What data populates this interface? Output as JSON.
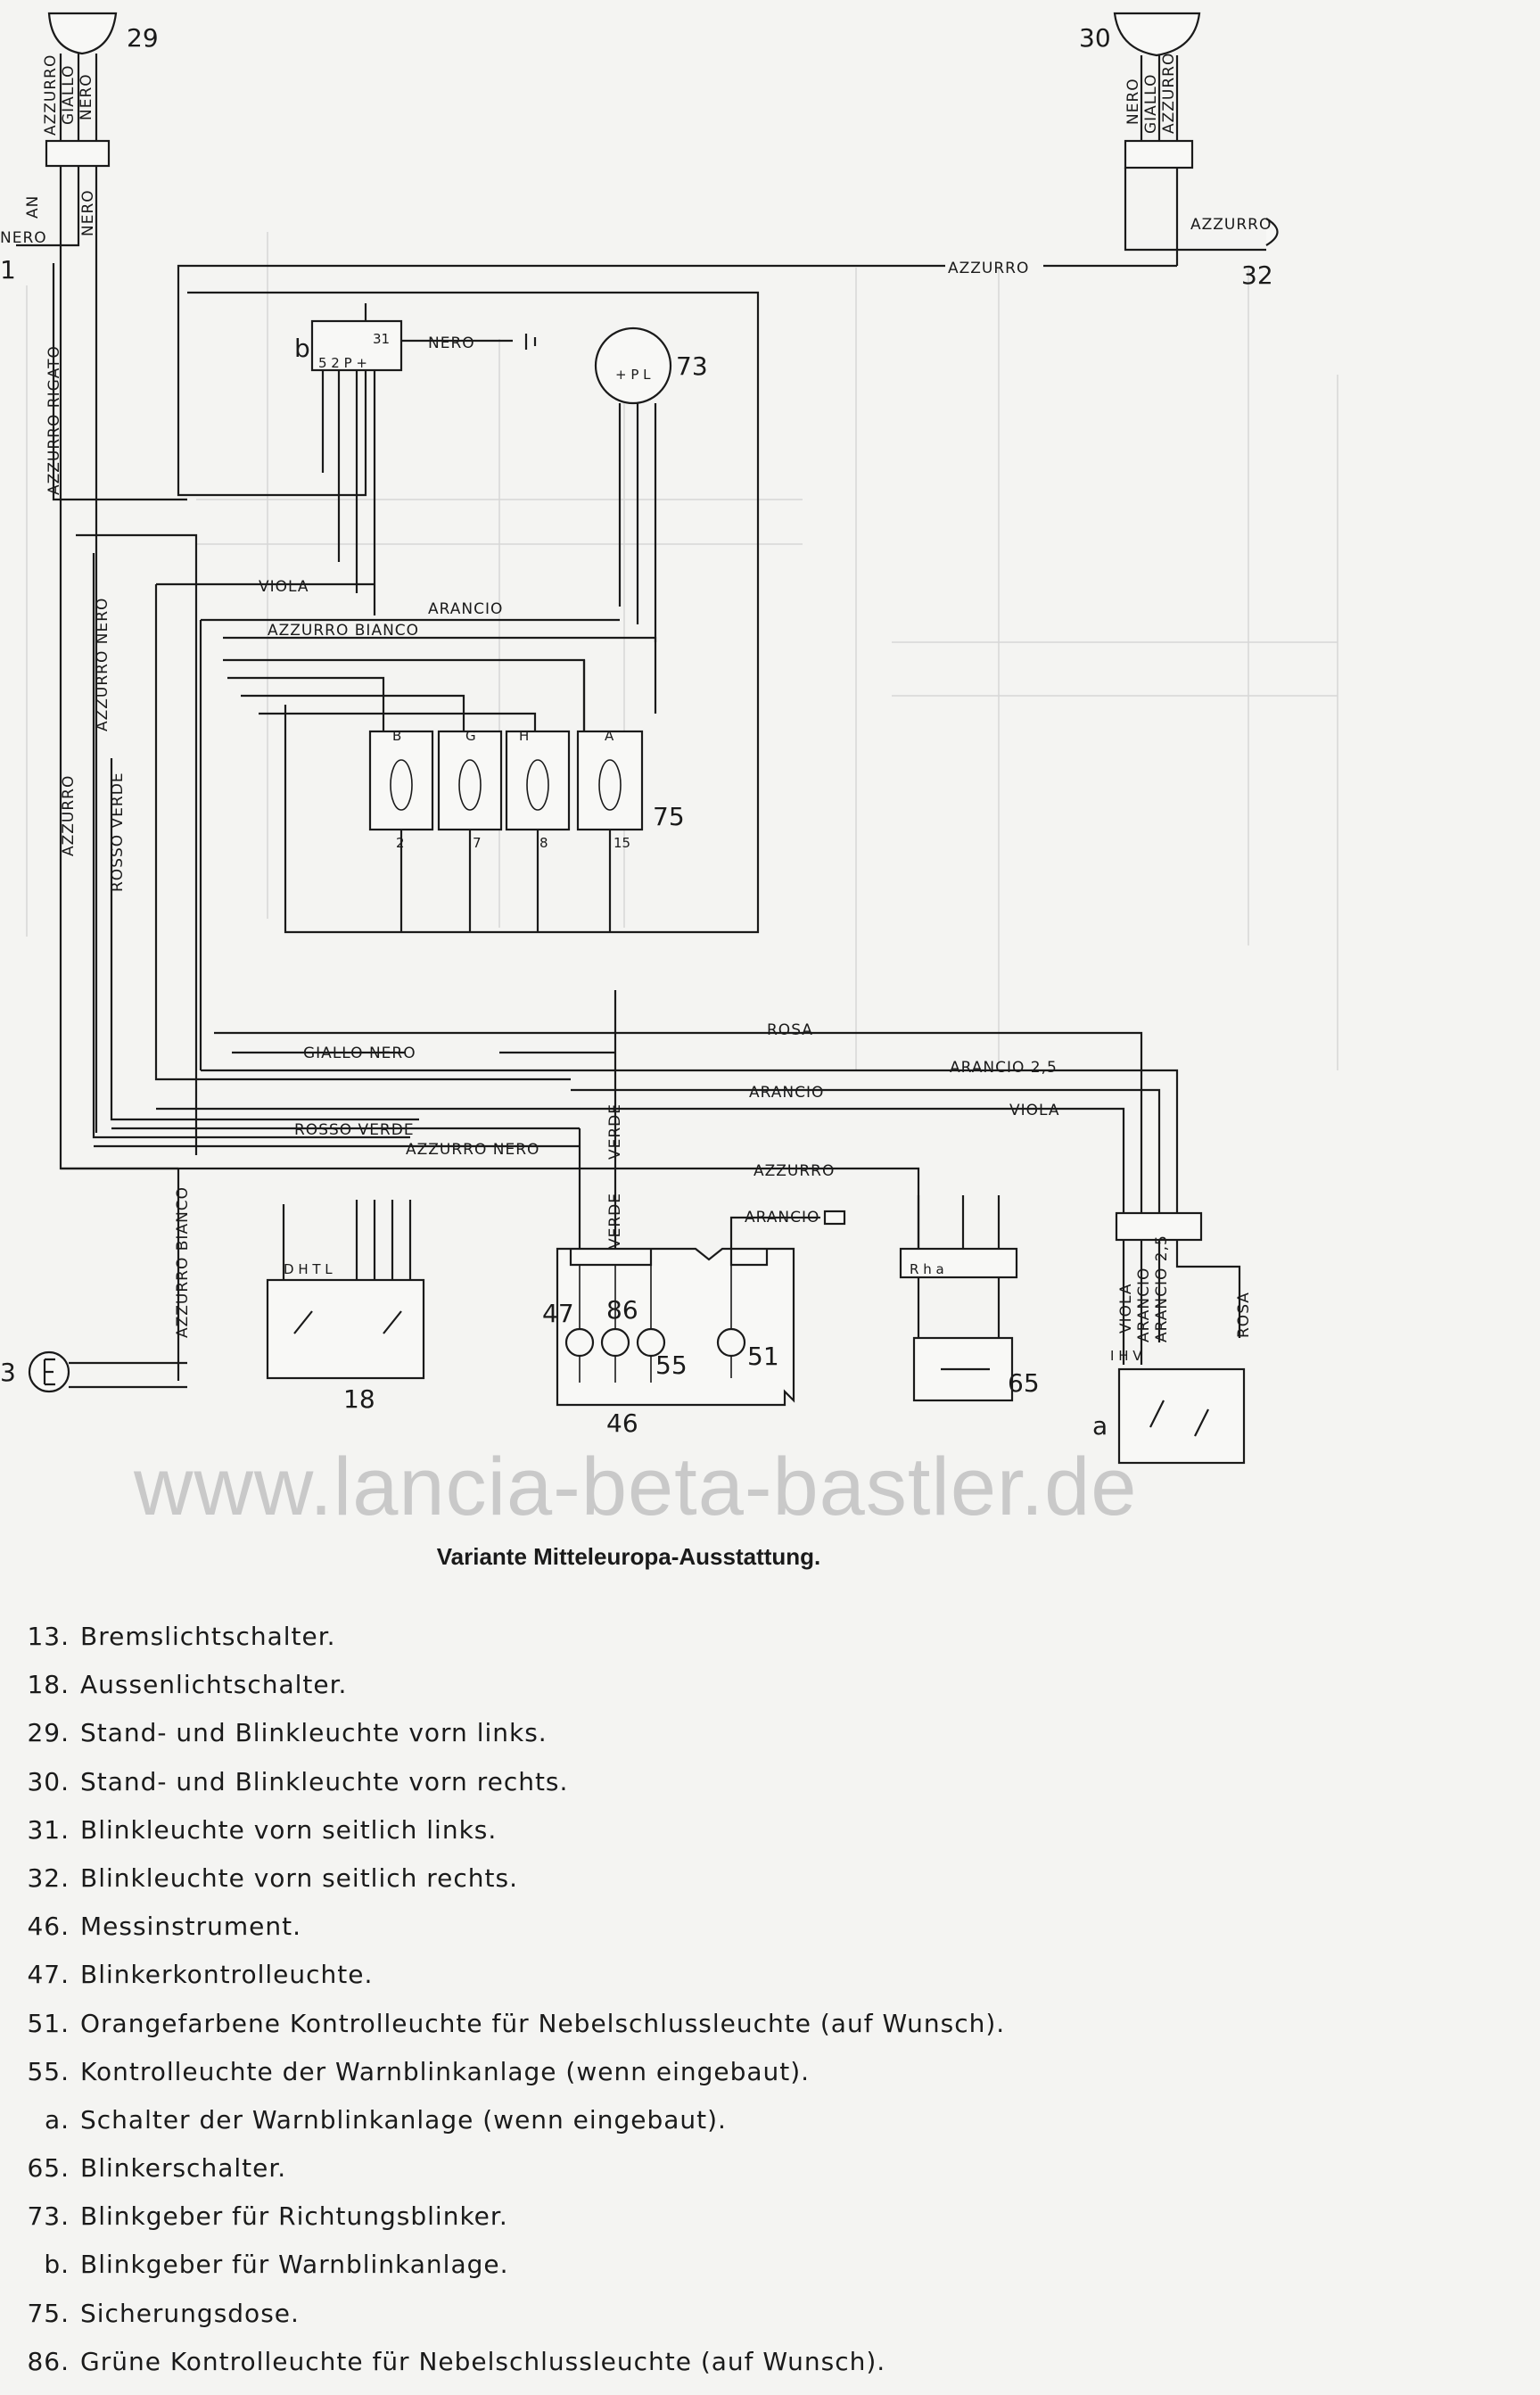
{
  "diagram": {
    "wires": {
      "azzurro_top": "AZZURRO",
      "azzurro_rigato": "AZZURRO RIGATO",
      "azzurro_nero": "AZZURRO NERO",
      "rosso_verde": "ROSSO VERDE",
      "azzurro": "AZZURRO",
      "azzurro_bianco_left": "AZZURRO BIANCO",
      "nero_left": "NERO",
      "an": "AN",
      "nero_b": "NERO",
      "viola": "VIOLA",
      "arancio": "ARANCIO",
      "azzurro_bianco": "AZZURRO BIANCO",
      "rosa": "ROSA",
      "giallo_nero": "GIALLO NERO",
      "arancio_25": "ARANCIO 2,5",
      "arancio_mid": "ARANCIO",
      "viola_mid": "VIOLA",
      "rosso_verde_mid": "ROSSO VERDE",
      "azzurro_nero_mid": "AZZURRO NERO",
      "verde": "VERDE",
      "verde2": "VERDE",
      "azzurro_65": "AZZURRO",
      "arancio_51": "ARANCIO",
      "azzurro_32": "AZZURRO",
      "viola_a": "VIOLA",
      "arancio_a": "ARANCIO",
      "arancio25_a": "ARANCIO 2,5",
      "rosa_a": "ROSA",
      "c29_azzurro": "AZZURRO",
      "c29_giallo": "GIALLO",
      "c29_nero": "NERO",
      "c30_nero": "NERO",
      "c30_giallo": "GIALLO",
      "c30_azzurro": "AZZURRO"
    },
    "components": {
      "c29": "29",
      "c30": "30",
      "c32": "32",
      "c73": "73",
      "c75": "75",
      "c18": "18",
      "c46": "46",
      "c47": "47",
      "c86": "86",
      "c55": "55",
      "c51": "51",
      "c65": "65",
      "ca": "a",
      "cb": "b",
      "c13": "3",
      "c1": "1"
    },
    "terminals": {
      "b_pins": "5 2 P +",
      "b_31": "31",
      "t73": "+ P L",
      "fB": "B",
      "fG": "G",
      "fH": "H",
      "fA": "A",
      "f2": "2",
      "f7": "7",
      "f8": "8",
      "f15": "15",
      "s18": "D   H T L",
      "s65": "R  h    a",
      "sa": "I     H  V"
    }
  },
  "watermark": "www.lancia-beta-bastler.de",
  "caption": "Variante Mitteleuropa-Ausstattung.",
  "legend": [
    {
      "num": "13.",
      "text": "Bremslichtschalter."
    },
    {
      "num": "18.",
      "text": "Aussenlichtschalter."
    },
    {
      "num": "29.",
      "text": "Stand- und Blinkleuchte vorn links."
    },
    {
      "num": "30.",
      "text": "Stand- und Blinkleuchte vorn rechts."
    },
    {
      "num": "31.",
      "text": "Blinkleuchte vorn seitlich links."
    },
    {
      "num": "32.",
      "text": "Blinkleuchte vorn seitlich rechts."
    },
    {
      "num": "46.",
      "text": "Messinstrument."
    },
    {
      "num": "47.",
      "text": "Blinkerkontrolleuchte."
    },
    {
      "num": "51.",
      "text": "Orangefarbene Kontrolleuchte für Nebelschlussleuchte (auf Wunsch)."
    },
    {
      "num": "55.",
      "text": "Kontrolleuchte der Warnblinkanlage (wenn eingebaut)."
    },
    {
      "num": "a.",
      "text": "Schalter der Warnblinkanlage (wenn eingebaut)."
    },
    {
      "num": "65.",
      "text": "Blinkerschalter."
    },
    {
      "num": "73.",
      "text": "Blinkgeber für Richtungsblinker."
    },
    {
      "num": "b.",
      "text": "Blinkgeber für Warnblinkanlage."
    },
    {
      "num": "75.",
      "text": "Sicherungsdose."
    },
    {
      "num": "86.",
      "text": "Grüne Kontrolleuchte für Nebelschlussleuchte (auf Wunsch)."
    }
  ]
}
